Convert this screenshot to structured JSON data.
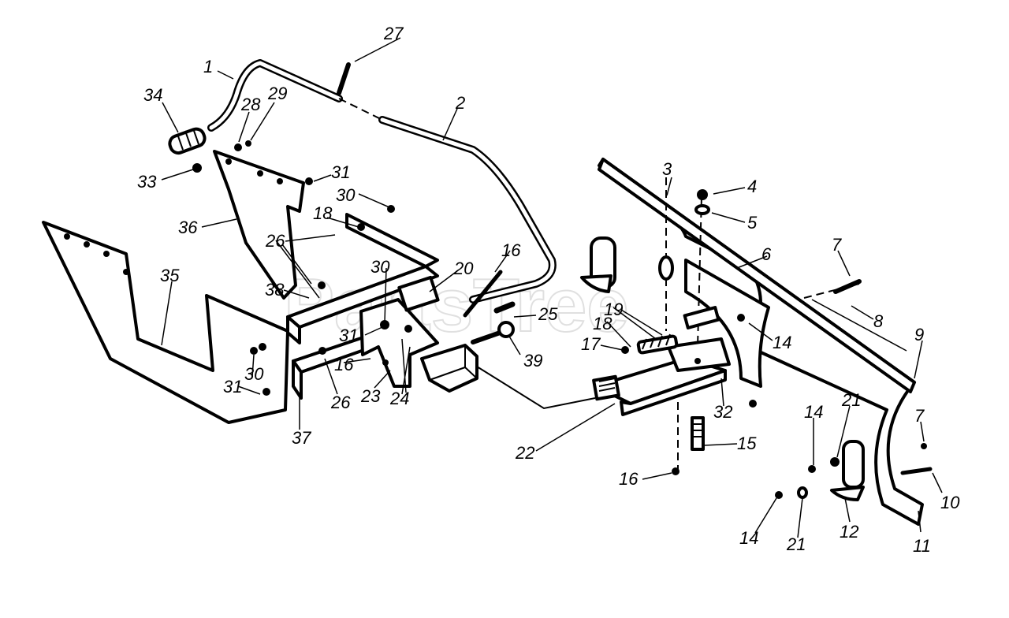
{
  "watermark": "PartsTree",
  "callouts": [
    "1",
    "2",
    "3",
    "4",
    "5",
    "6",
    "7",
    "7",
    "8",
    "9",
    "10",
    "11",
    "12",
    "14",
    "14",
    "14",
    "14",
    "15",
    "16",
    "16",
    "16",
    "17",
    "18",
    "18",
    "19",
    "20",
    "21",
    "21",
    "22",
    "23",
    "24",
    "26",
    "26",
    "27",
    "28",
    "29",
    "30",
    "30",
    "30",
    "31",
    "31",
    "31",
    "31",
    "32",
    "33",
    "34",
    "35",
    "36",
    "37",
    "38",
    "39",
    "25"
  ]
}
